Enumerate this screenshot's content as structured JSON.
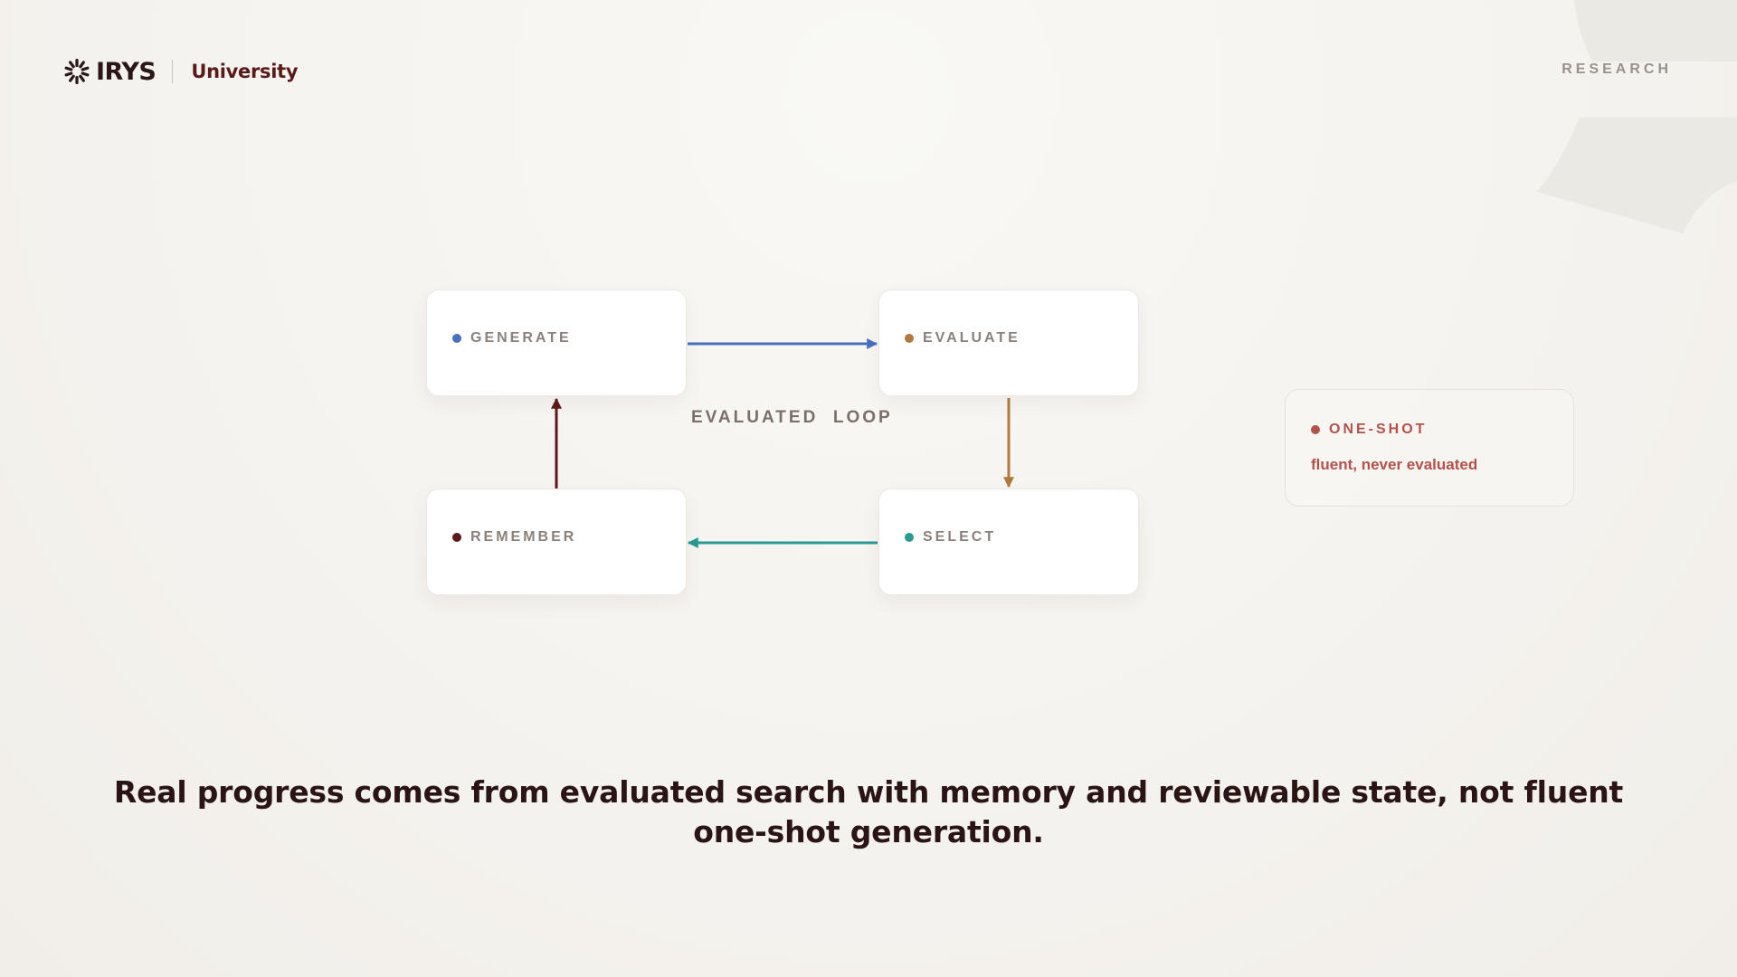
{
  "header": {
    "brand_name": "IRYS",
    "brand_sub": "University",
    "section_tag": "RESEARCH"
  },
  "diagram": {
    "loop_label": "EVALUATED  LOOP",
    "nodes": [
      {
        "label": "GENERATE",
        "color": "#4a6fc0"
      },
      {
        "label": "EVALUATE",
        "color": "#b07a3c"
      },
      {
        "label": "REMEMBER",
        "color": "#5c1a1a"
      },
      {
        "label": "SELECT",
        "color": "#2a9a92"
      }
    ],
    "arrows": [
      {
        "from": "GENERATE",
        "to": "EVALUATE",
        "color": "#4a6fc0"
      },
      {
        "from": "EVALUATE",
        "to": "SELECT",
        "color": "#b07a3c"
      },
      {
        "from": "SELECT",
        "to": "REMEMBER",
        "color": "#2a9a92"
      },
      {
        "from": "REMEMBER",
        "to": "GENERATE",
        "color": "#5c1a1a"
      }
    ],
    "one_shot": {
      "label": "ONE-SHOT",
      "description": "fluent, never evaluated",
      "color": "#b5514a"
    }
  },
  "headline": "Real progress comes from evaluated search with memory and reviewable state, not fluent one-shot generation.",
  "icons": {
    "brand_logo": "starburst-logo-icon"
  }
}
